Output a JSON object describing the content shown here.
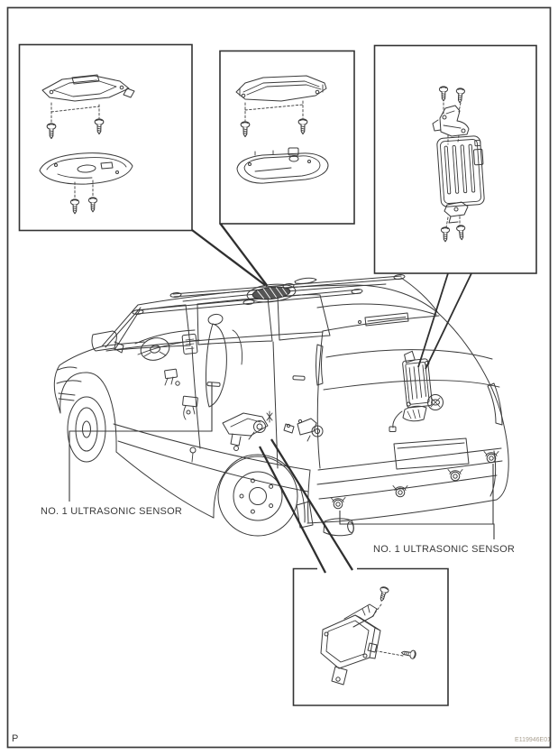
{
  "page": {
    "letter": "P",
    "figure_code": "E119946E01",
    "background": "#ffffff",
    "line_color": "#3a3a3a",
    "leader_color": "#2f2f2f"
  },
  "callout_labels": {
    "left_sensor": "NO. 1 ULTRASONIC SENSOR",
    "right_sensor": "NO. 1 ULTRASONIC SENSOR"
  }
}
